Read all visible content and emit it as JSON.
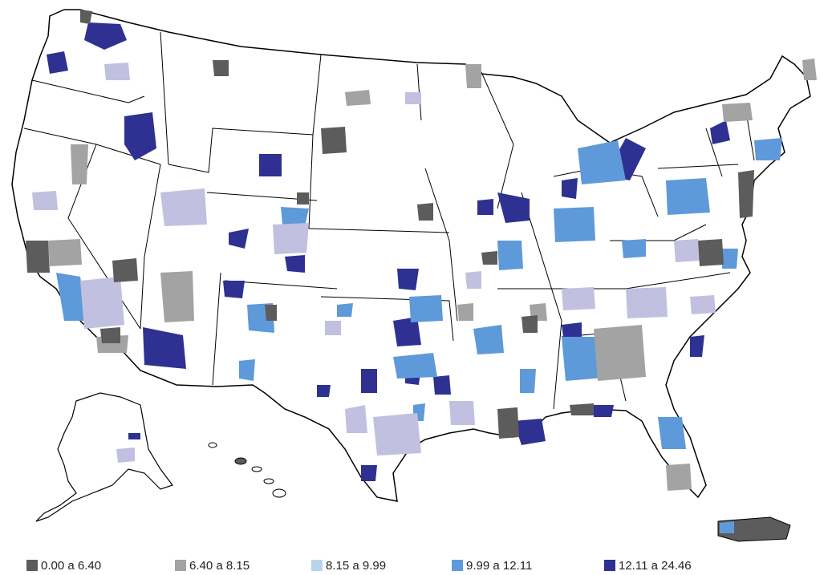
{
  "colors": {
    "c1": "#5c5c5c",
    "c2": "#a3a3a3",
    "c3": "#c2c0e0",
    "c3_legend": "#b9d3ee",
    "c4": "#5e9ad9",
    "c5": "#2e3192",
    "outline": "#000000"
  },
  "legend": [
    {
      "label": "0.00 a 6.40",
      "color": "#5c5c5c"
    },
    {
      "label": "6.40 a 8.15",
      "color": "#a3a3a3"
    },
    {
      "label": "8.15 a 9.99",
      "color": "#b9d3ee"
    },
    {
      "label": "9.99 a 12.11",
      "color": "#5e9ad9"
    },
    {
      "label": "12.11 a 24.46",
      "color": "#2e3192"
    }
  ]
}
